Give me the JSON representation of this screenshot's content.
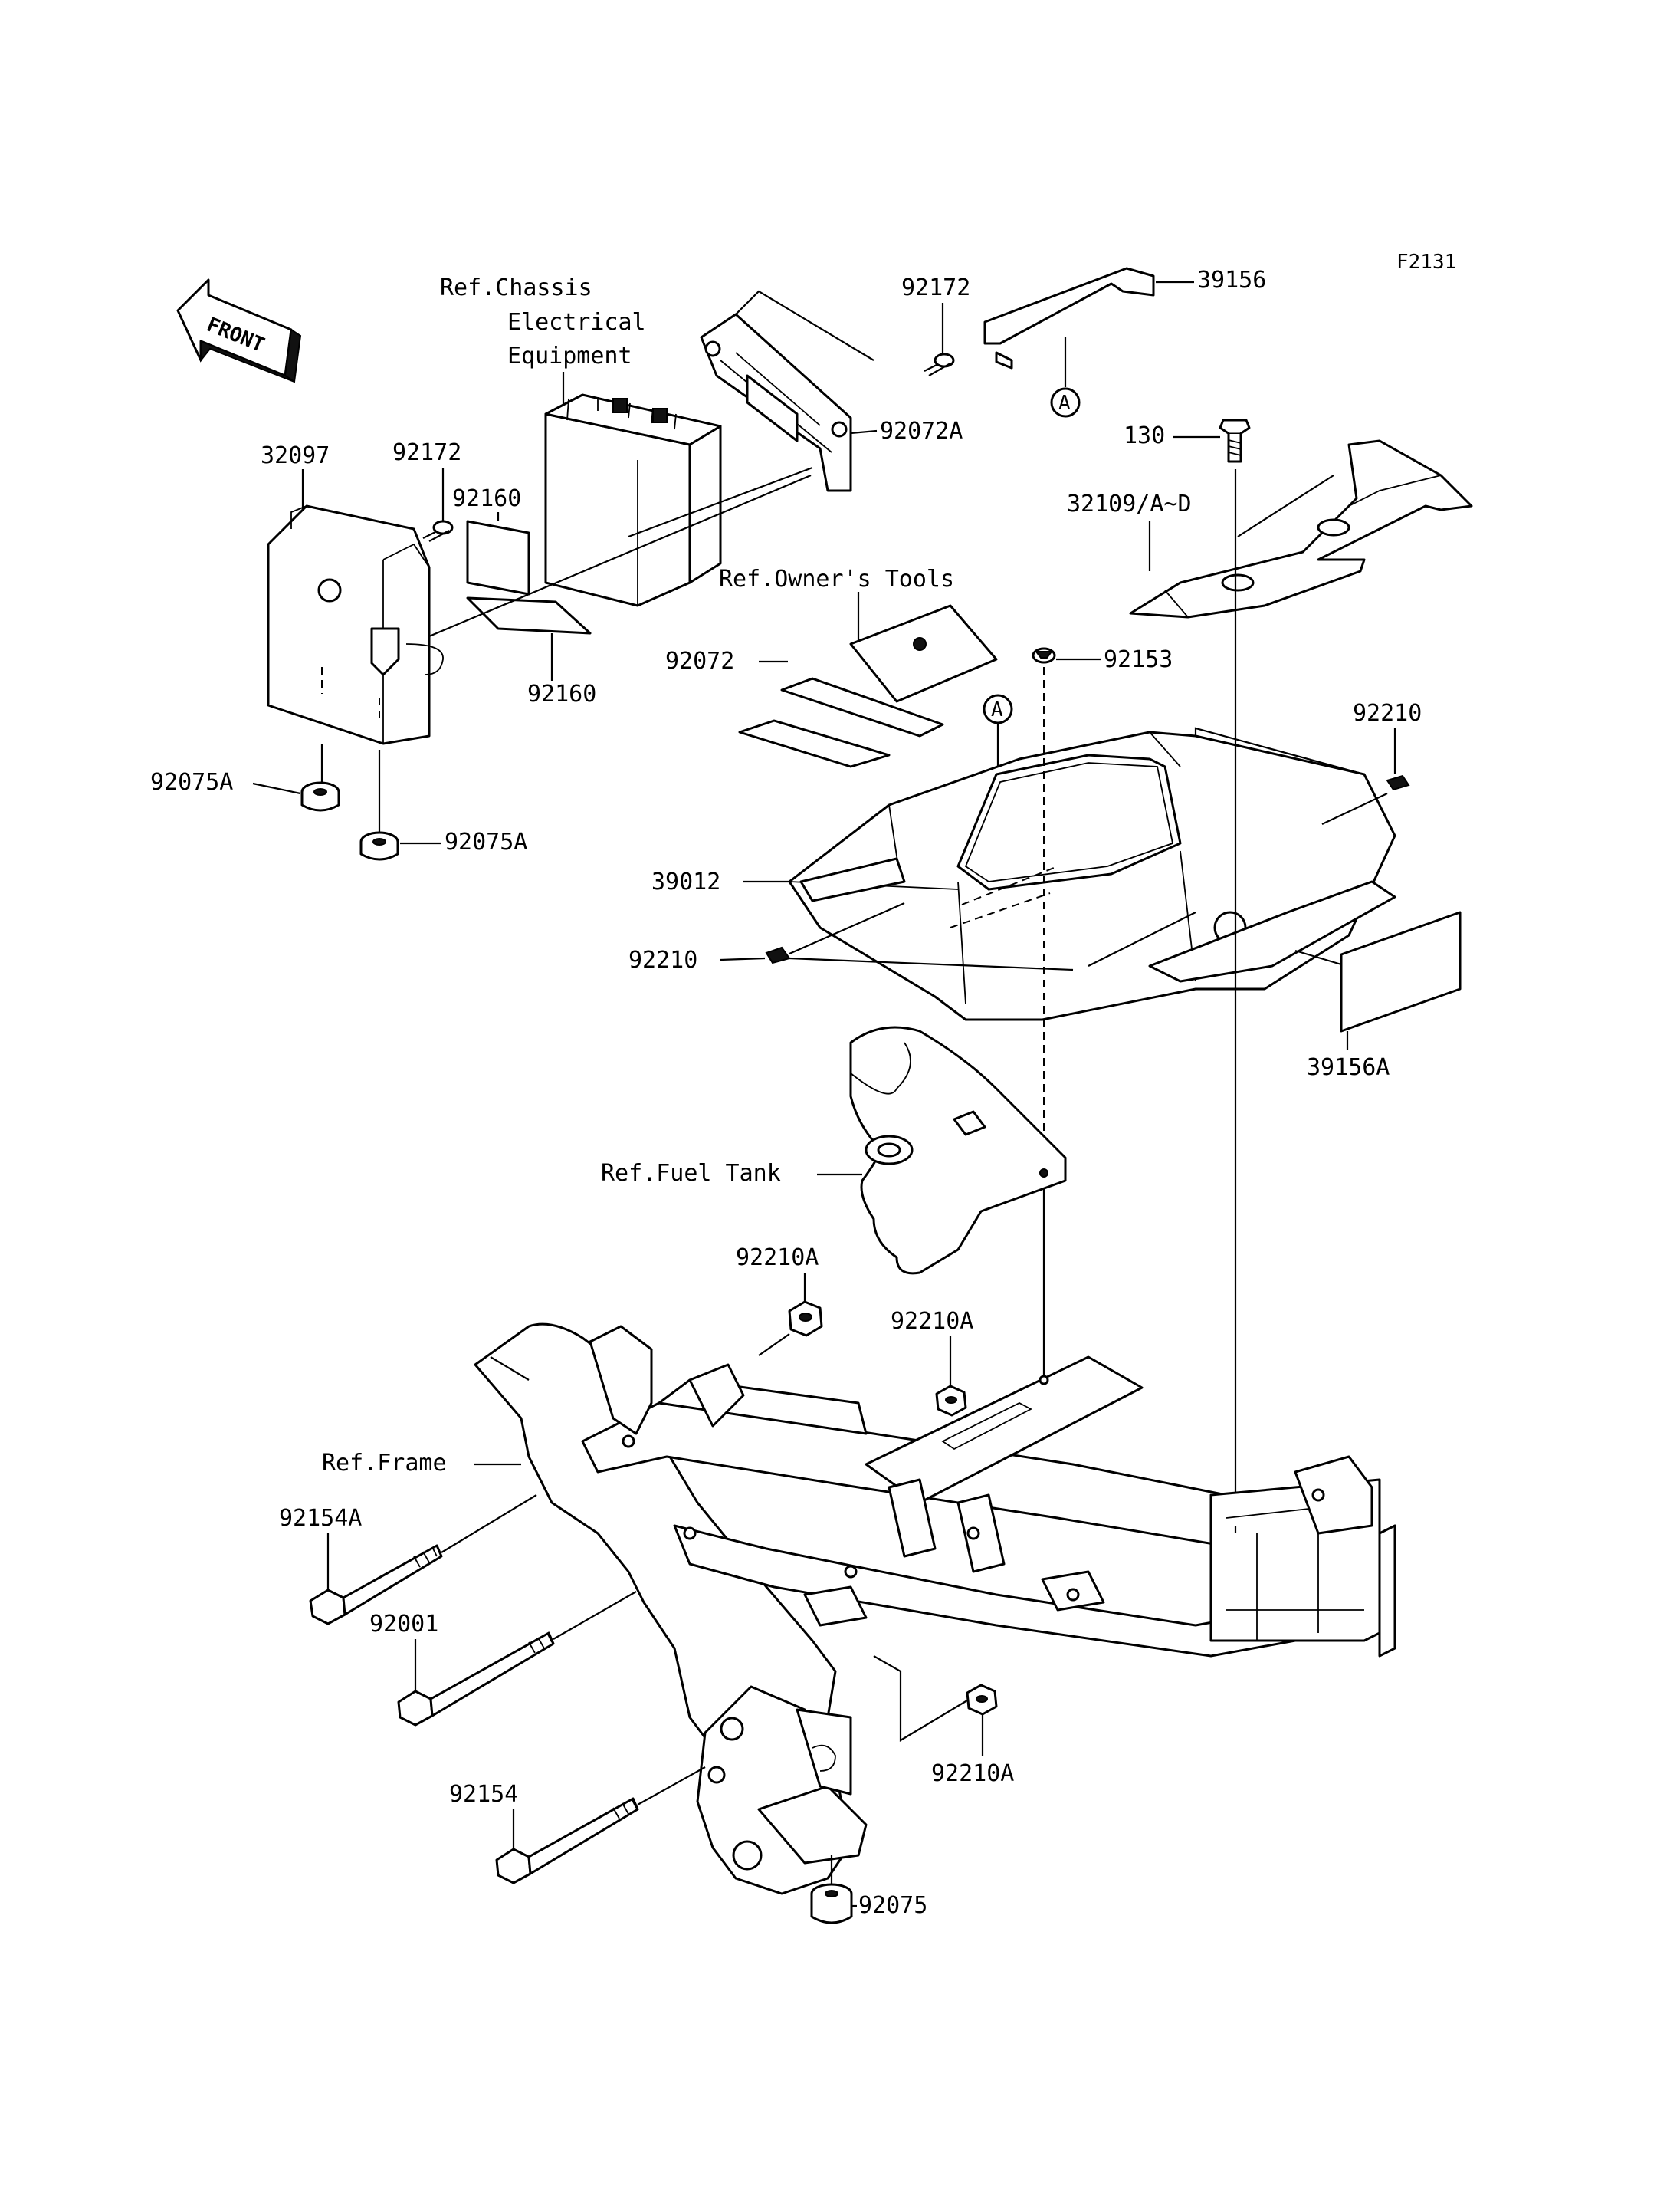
{
  "diagram": {
    "figure_code": "F2131",
    "front_arrow_text": "FRONT",
    "reference_marker": "A",
    "references": {
      "chassis_line1": "Ref.Chassis",
      "chassis_line2": "Electrical",
      "chassis_line3": "Equipment",
      "owners_tools": "Ref.Owner's Tools",
      "fuel_tank": "Ref.Fuel Tank",
      "frame": "Ref.Frame"
    },
    "parts": {
      "p39156": "39156",
      "p92172_top": "92172",
      "p92072A": "92072A",
      "p130": "130",
      "p32109": "32109/A~D",
      "p32097": "32097",
      "p92172_left": "92172",
      "p92160_top": "92160",
      "p92160_bottom": "92160",
      "p92072": "92072",
      "p92153": "92153",
      "p92210_right": "92210",
      "p92075A_left": "92075A",
      "p92075A_right": "92075A",
      "p39012": "39012",
      "p92210_left": "92210",
      "p39156A": "39156A",
      "p92210A_a": "92210A",
      "p92210A_b": "92210A",
      "p92210A_c": "92210A",
      "p92154A": "92154A",
      "p92001": "92001",
      "p92154": "92154",
      "p92075": "92075"
    }
  }
}
